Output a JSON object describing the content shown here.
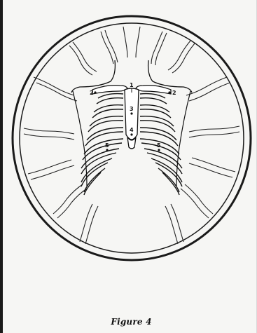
{
  "figure": {
    "caption": "Figure 4",
    "markers": [
      {
        "id": "sternal-notch",
        "label": "1"
      },
      {
        "id": "left-clavicle",
        "label": "2"
      },
      {
        "id": "right-clavicle",
        "label": "2"
      },
      {
        "id": "sternum-upper",
        "label": "3"
      },
      {
        "id": "sternum-lower",
        "label": "4"
      },
      {
        "id": "left-lower-rib",
        "label": "5"
      },
      {
        "id": "right-lower-rib",
        "label": "5"
      }
    ]
  },
  "colors": {
    "ink": "#111111",
    "paper": "#f6f6f4"
  }
}
